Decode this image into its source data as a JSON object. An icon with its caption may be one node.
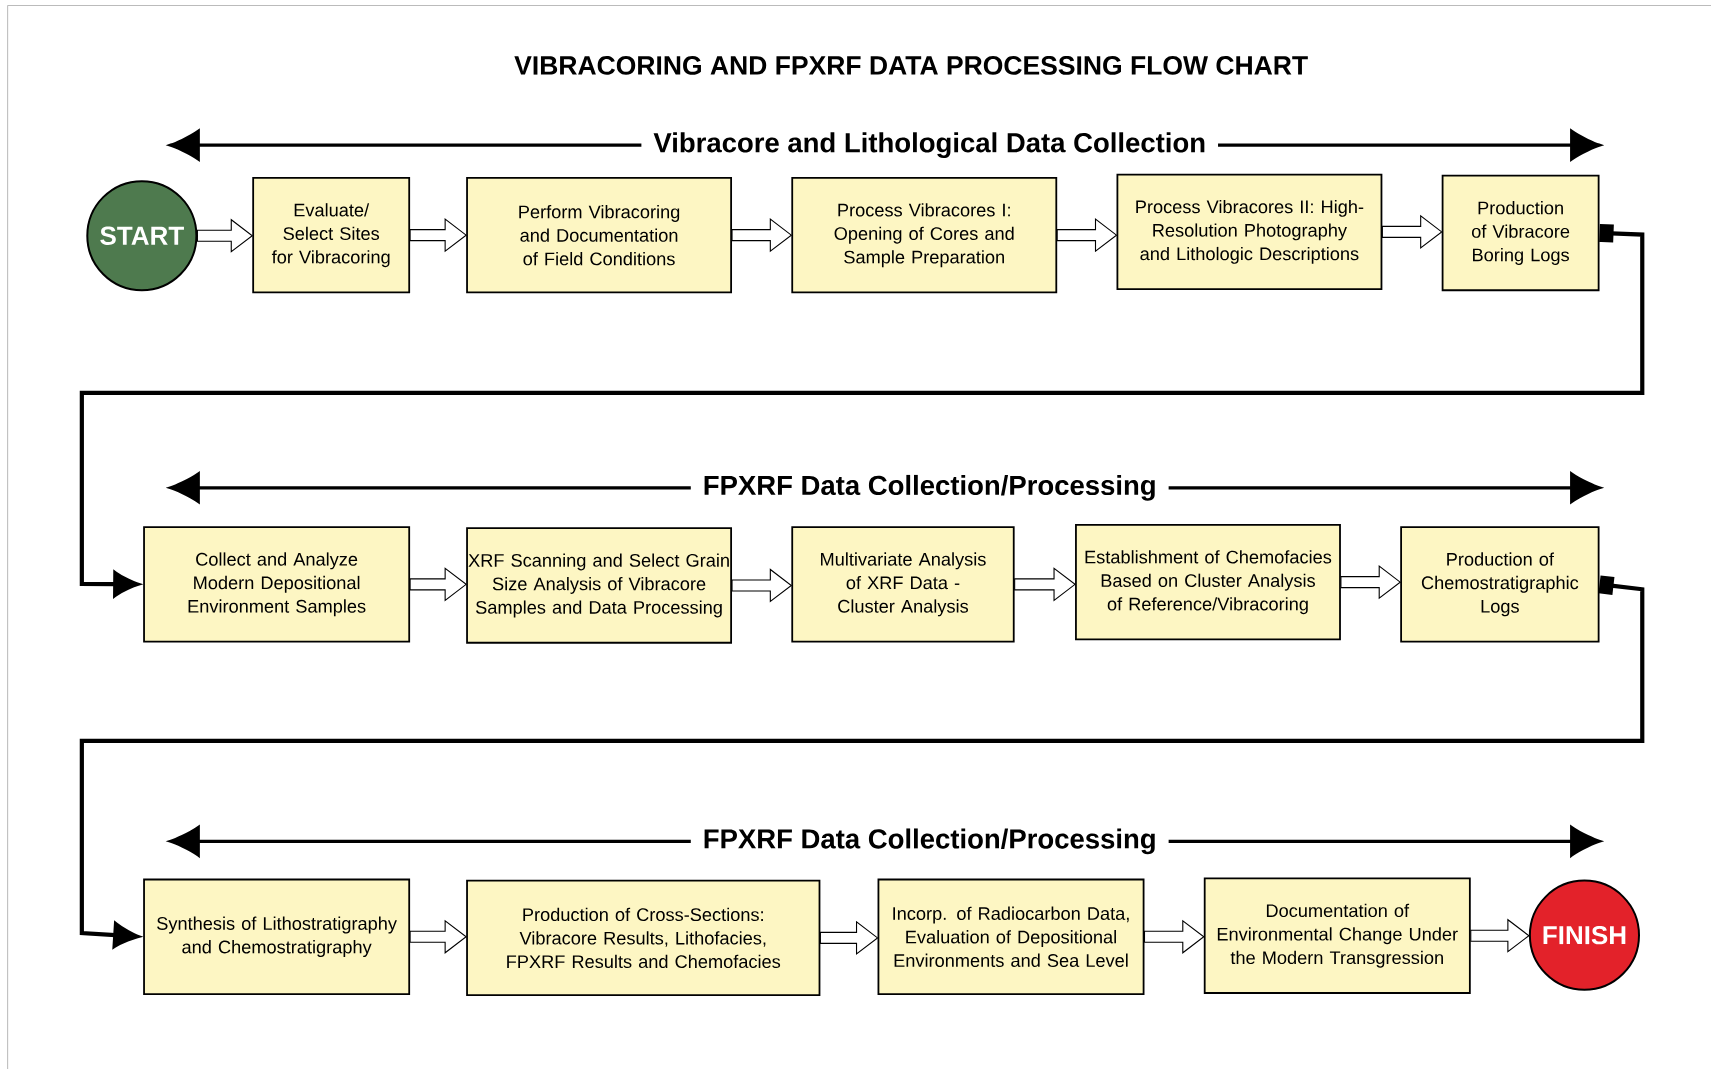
{
  "diagram": {
    "title": "VIBRACORING AND FPXRF DATA PROCESSING FLOW CHART",
    "nodes": [
      {
        "text": [
          "START"
        ]
      },
      {
        "text": [
          "Evaluate/ Select Sites for Vibracoring"
        ]
      },
      {
        "text": [
          "Perform Vibracoring and Documentation of Field Conditions"
        ]
      },
      {
        "text": [
          "Process Vibracores I: Opening of Cores and Sample Preparation"
        ]
      },
      {
        "text": [
          "Process Vibracores II: High-Resolution Photography and Lithologic Descriptions"
        ]
      },
      {
        "text": [
          "Production of Vibracore Boring Logs"
        ]
      },
      {
        "text": [
          "Collect and Analyze Modern Depositional Environment Samples"
        ]
      },
      {
        "text": [
          "XRF Scanning and Select Grain Size Analysis of Vibracore Samples and Data Processing"
        ]
      },
      {
        "text": [
          "Multivariate Analysis of XRF Data - Cluster Analysis"
        ]
      },
      {
        "text": [
          "Establishment of Chemofacies Based on Cluster Analysis of Reference/Vibracoring"
        ]
      },
      {
        "text": [
          "Production of Chemostratigraphic Logs"
        ]
      },
      {
        "text": [
          "Synthesis of Lithostratigraphy and Chemostratigraphy"
        ]
      },
      {
        "text": [
          "Production of Cross-Sections: Vibracore Results, Lithofacies, FPXRF Results and Chemofacies"
        ]
      },
      {
        "text": [
          "Incorp. of Radiocarbon Data, Evaluation of Depositional Environments and Sea Level"
        ]
      },
      {
        "text": [
          "Documentation of Environmental Change Under the Modern Transgression"
        ]
      },
      {
        "text": [
          "FINISH"
        ]
      }
    ],
    "edges": [
      {
        "from": 0,
        "to": 1,
        "arrow": "to"
      },
      {
        "from": 1,
        "to": 2,
        "arrow": "to"
      },
      {
        "from": 2,
        "to": 3,
        "arrow": "to"
      },
      {
        "from": 3,
        "to": 4,
        "arrow": "to"
      },
      {
        "from": 4,
        "to": 5,
        "arrow": "to"
      },
      {
        "from": 5,
        "to": 6,
        "arrow": "to"
      },
      {
        "from": 6,
        "to": 7,
        "arrow": "to"
      },
      {
        "from": 7,
        "to": 8,
        "arrow": "to"
      },
      {
        "from": 8,
        "to": 9,
        "arrow": "to"
      },
      {
        "from": 9,
        "to": 10,
        "arrow": "to"
      },
      {
        "from": 10,
        "to": 11,
        "arrow": "to"
      },
      {
        "from": 11,
        "to": 12,
        "arrow": "to"
      },
      {
        "from": 12,
        "to": 13,
        "arrow": "to"
      },
      {
        "from": 13,
        "to": 14,
        "arrow": "to"
      },
      {
        "from": 14,
        "to": 15,
        "arrow": "to"
      }
    ],
    "labels": [
      "Vibracore and Lithological Data Collection",
      "FPXRF Data Collection/Processing",
      "FPXRF Data Collection/Processing"
    ]
  }
}
